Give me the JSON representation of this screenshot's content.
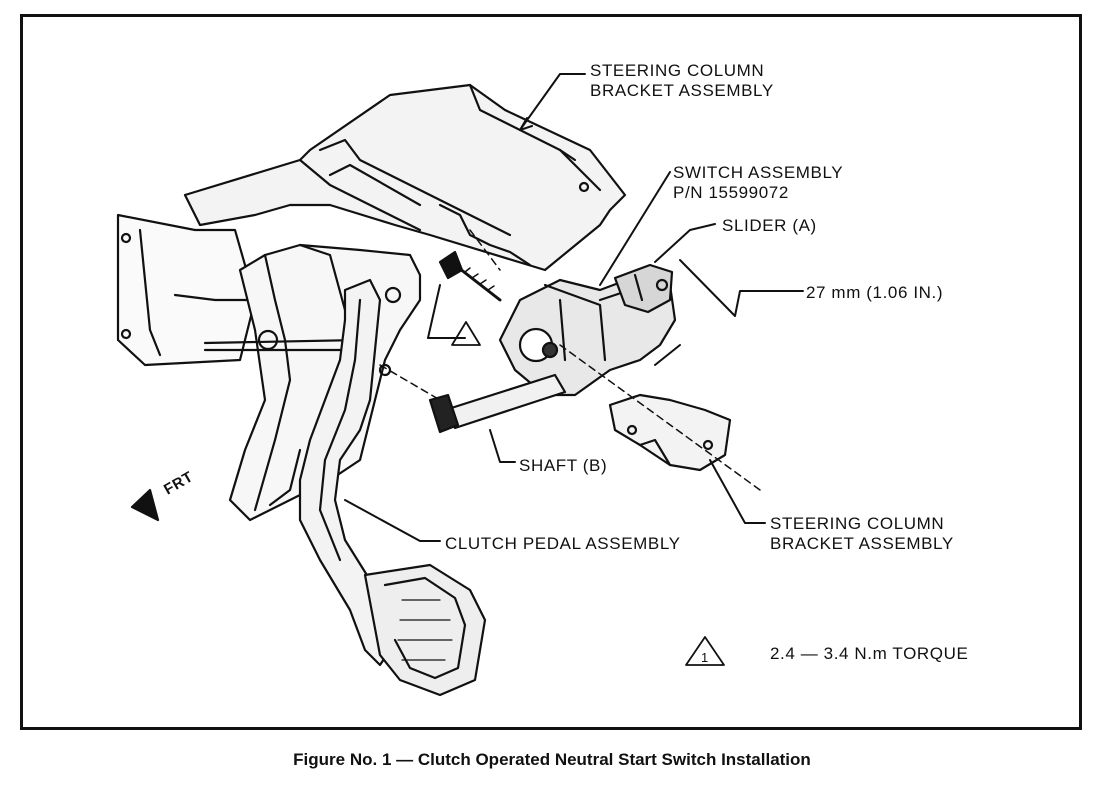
{
  "labels": {
    "steering_column_top_1": "STEERING COLUMN",
    "steering_column_top_2": "BRACKET ASSEMBLY",
    "switch_assembly_1": "SWITCH ASSEMBLY",
    "switch_assembly_2": "P/N 15599072",
    "slider": "SLIDER (A)",
    "dimension": "27 mm (1.06 IN.)",
    "shaft": "SHAFT (B)",
    "steering_column_bottom_1": "STEERING COLUMN",
    "steering_column_bottom_2": "BRACKET ASSEMBLY",
    "clutch_pedal": "CLUTCH PEDAL ASSEMBLY",
    "front": "FRT",
    "torque_marker": "1",
    "torque_spec": "2.4 — 3.4 N.m TORQUE"
  },
  "caption": "Figure No. 1 — Clutch Operated Neutral Start Switch Installation"
}
